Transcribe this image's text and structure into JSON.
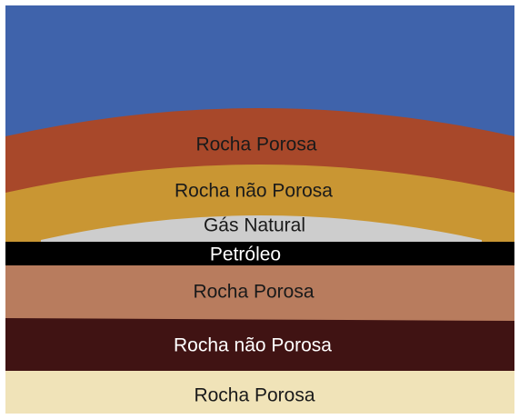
{
  "layers": {
    "sky": {
      "color": "#3F63AB"
    },
    "porous_rock_top": {
      "label": "Rocha Porosa",
      "color": "#A8482A"
    },
    "cap_rock": {
      "label": "Rocha não Porosa",
      "color": "#C99633"
    },
    "natural_gas": {
      "label": "Gás Natural",
      "color": "#CDCDCD"
    },
    "petroleum": {
      "label": "Petróleo",
      "color": "#000000"
    },
    "porous_rock_middle": {
      "label": "Rocha Porosa",
      "color": "#B87C5E"
    },
    "non_porous_rock_bottom": {
      "label": "Rocha não Porosa",
      "color": "#401313"
    },
    "porous_rock_bottom": {
      "label": "Rocha Porosa",
      "color": "#F0E3B8"
    }
  }
}
